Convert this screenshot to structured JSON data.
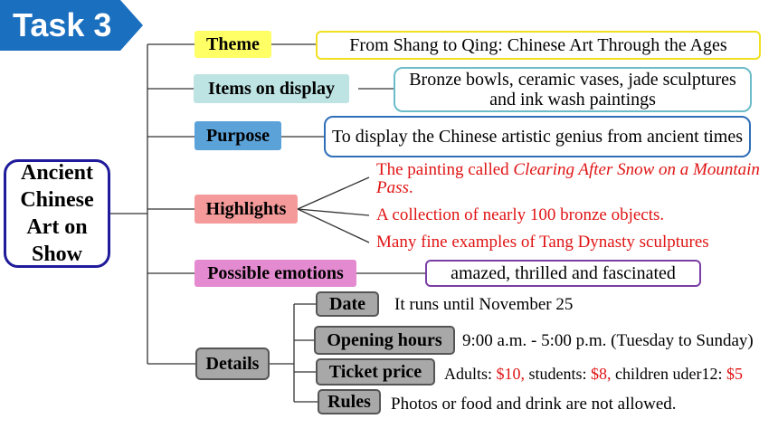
{
  "task_label": "Task 3",
  "root": "Ancient Chinese Art on Show",
  "categories": {
    "theme": "Theme",
    "items": "Items on display",
    "purpose": "Purpose",
    "highlights": "Highlights",
    "emotions": "Possible emotions",
    "details": "Details"
  },
  "values": {
    "theme": "From Shang to Qing: Chinese Art Through the Ages",
    "items": "Bronze bowls, ceramic vases, jade sculptures and ink wash paintings",
    "purpose": "To display the Chinese artistic genius from ancient times",
    "emotions": "amazed, thrilled and fascinated"
  },
  "highlights": {
    "h1_prefix": "The painting called ",
    "h1_title": "Clearing After Snow on a Mountain Pass",
    "h1_suffix": ".",
    "h2": "A collection of nearly 100 bronze objects.",
    "h3": "Many fine examples of Tang Dynasty sculptures"
  },
  "details": {
    "date_label": "Date",
    "date_text": "It runs until November 25",
    "hours_label": "Opening hours",
    "hours_text": "9:00 a.m. - 5:00 p.m. (Tuesday to Sunday)",
    "price_label": "Ticket price",
    "price_adults": "Adults: ",
    "price_adults_val": "$10,",
    "price_students": " students: ",
    "price_students_val": "$8,",
    "price_children": " children uder12: ",
    "price_children_val": "$5",
    "rules_label": "Rules",
    "rules_text": "Photos or food and drink are not allowed."
  },
  "colors": {
    "tab": "#1a6fbf",
    "theme": "#ffff66",
    "items": "#bde3e3",
    "purpose": "#5aa2d8",
    "highlights": "#f59a9a",
    "emotions": "#e48ad0",
    "details": "#a8a8a8",
    "red_text": "#e01414"
  }
}
